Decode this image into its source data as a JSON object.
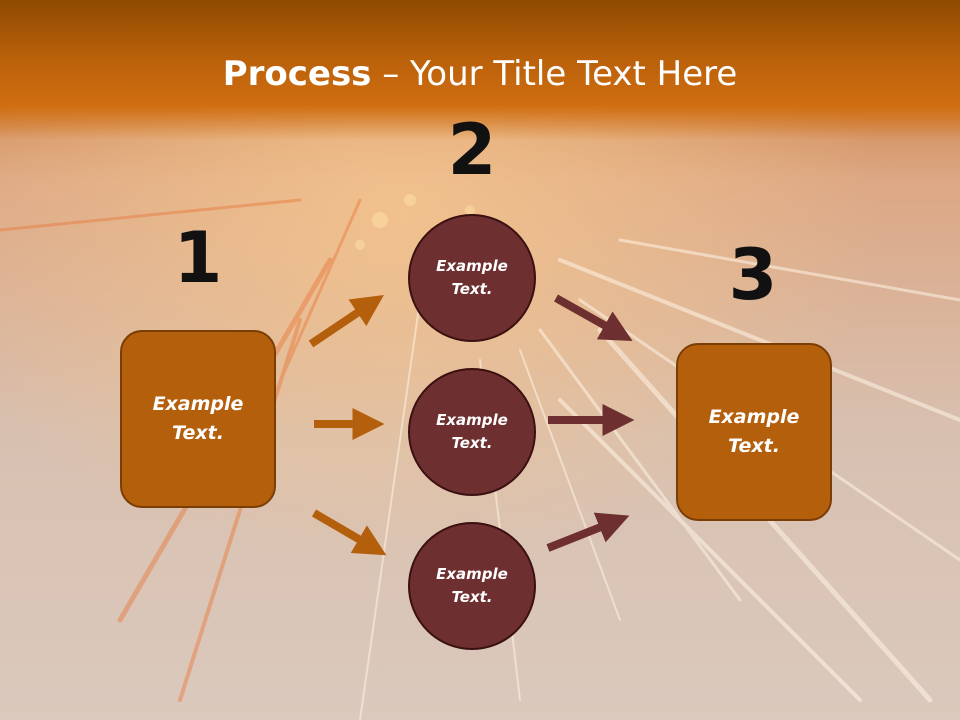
{
  "slide": {
    "title_bold": "Process",
    "title_rest": " – Your Title Text Here",
    "step_numbers": [
      "1",
      "2",
      "3"
    ],
    "left_box": "Example Text.",
    "circles": [
      "Example Text.",
      "Example Text.",
      "Example Text."
    ],
    "right_box": "Example Text."
  },
  "colors": {
    "title_band": "#b8600a",
    "box_fill": "#b45f0c",
    "circle_fill": "#6e2f30",
    "arrow_orange": "#b45f0c",
    "arrow_maroon": "#6e2f30"
  }
}
